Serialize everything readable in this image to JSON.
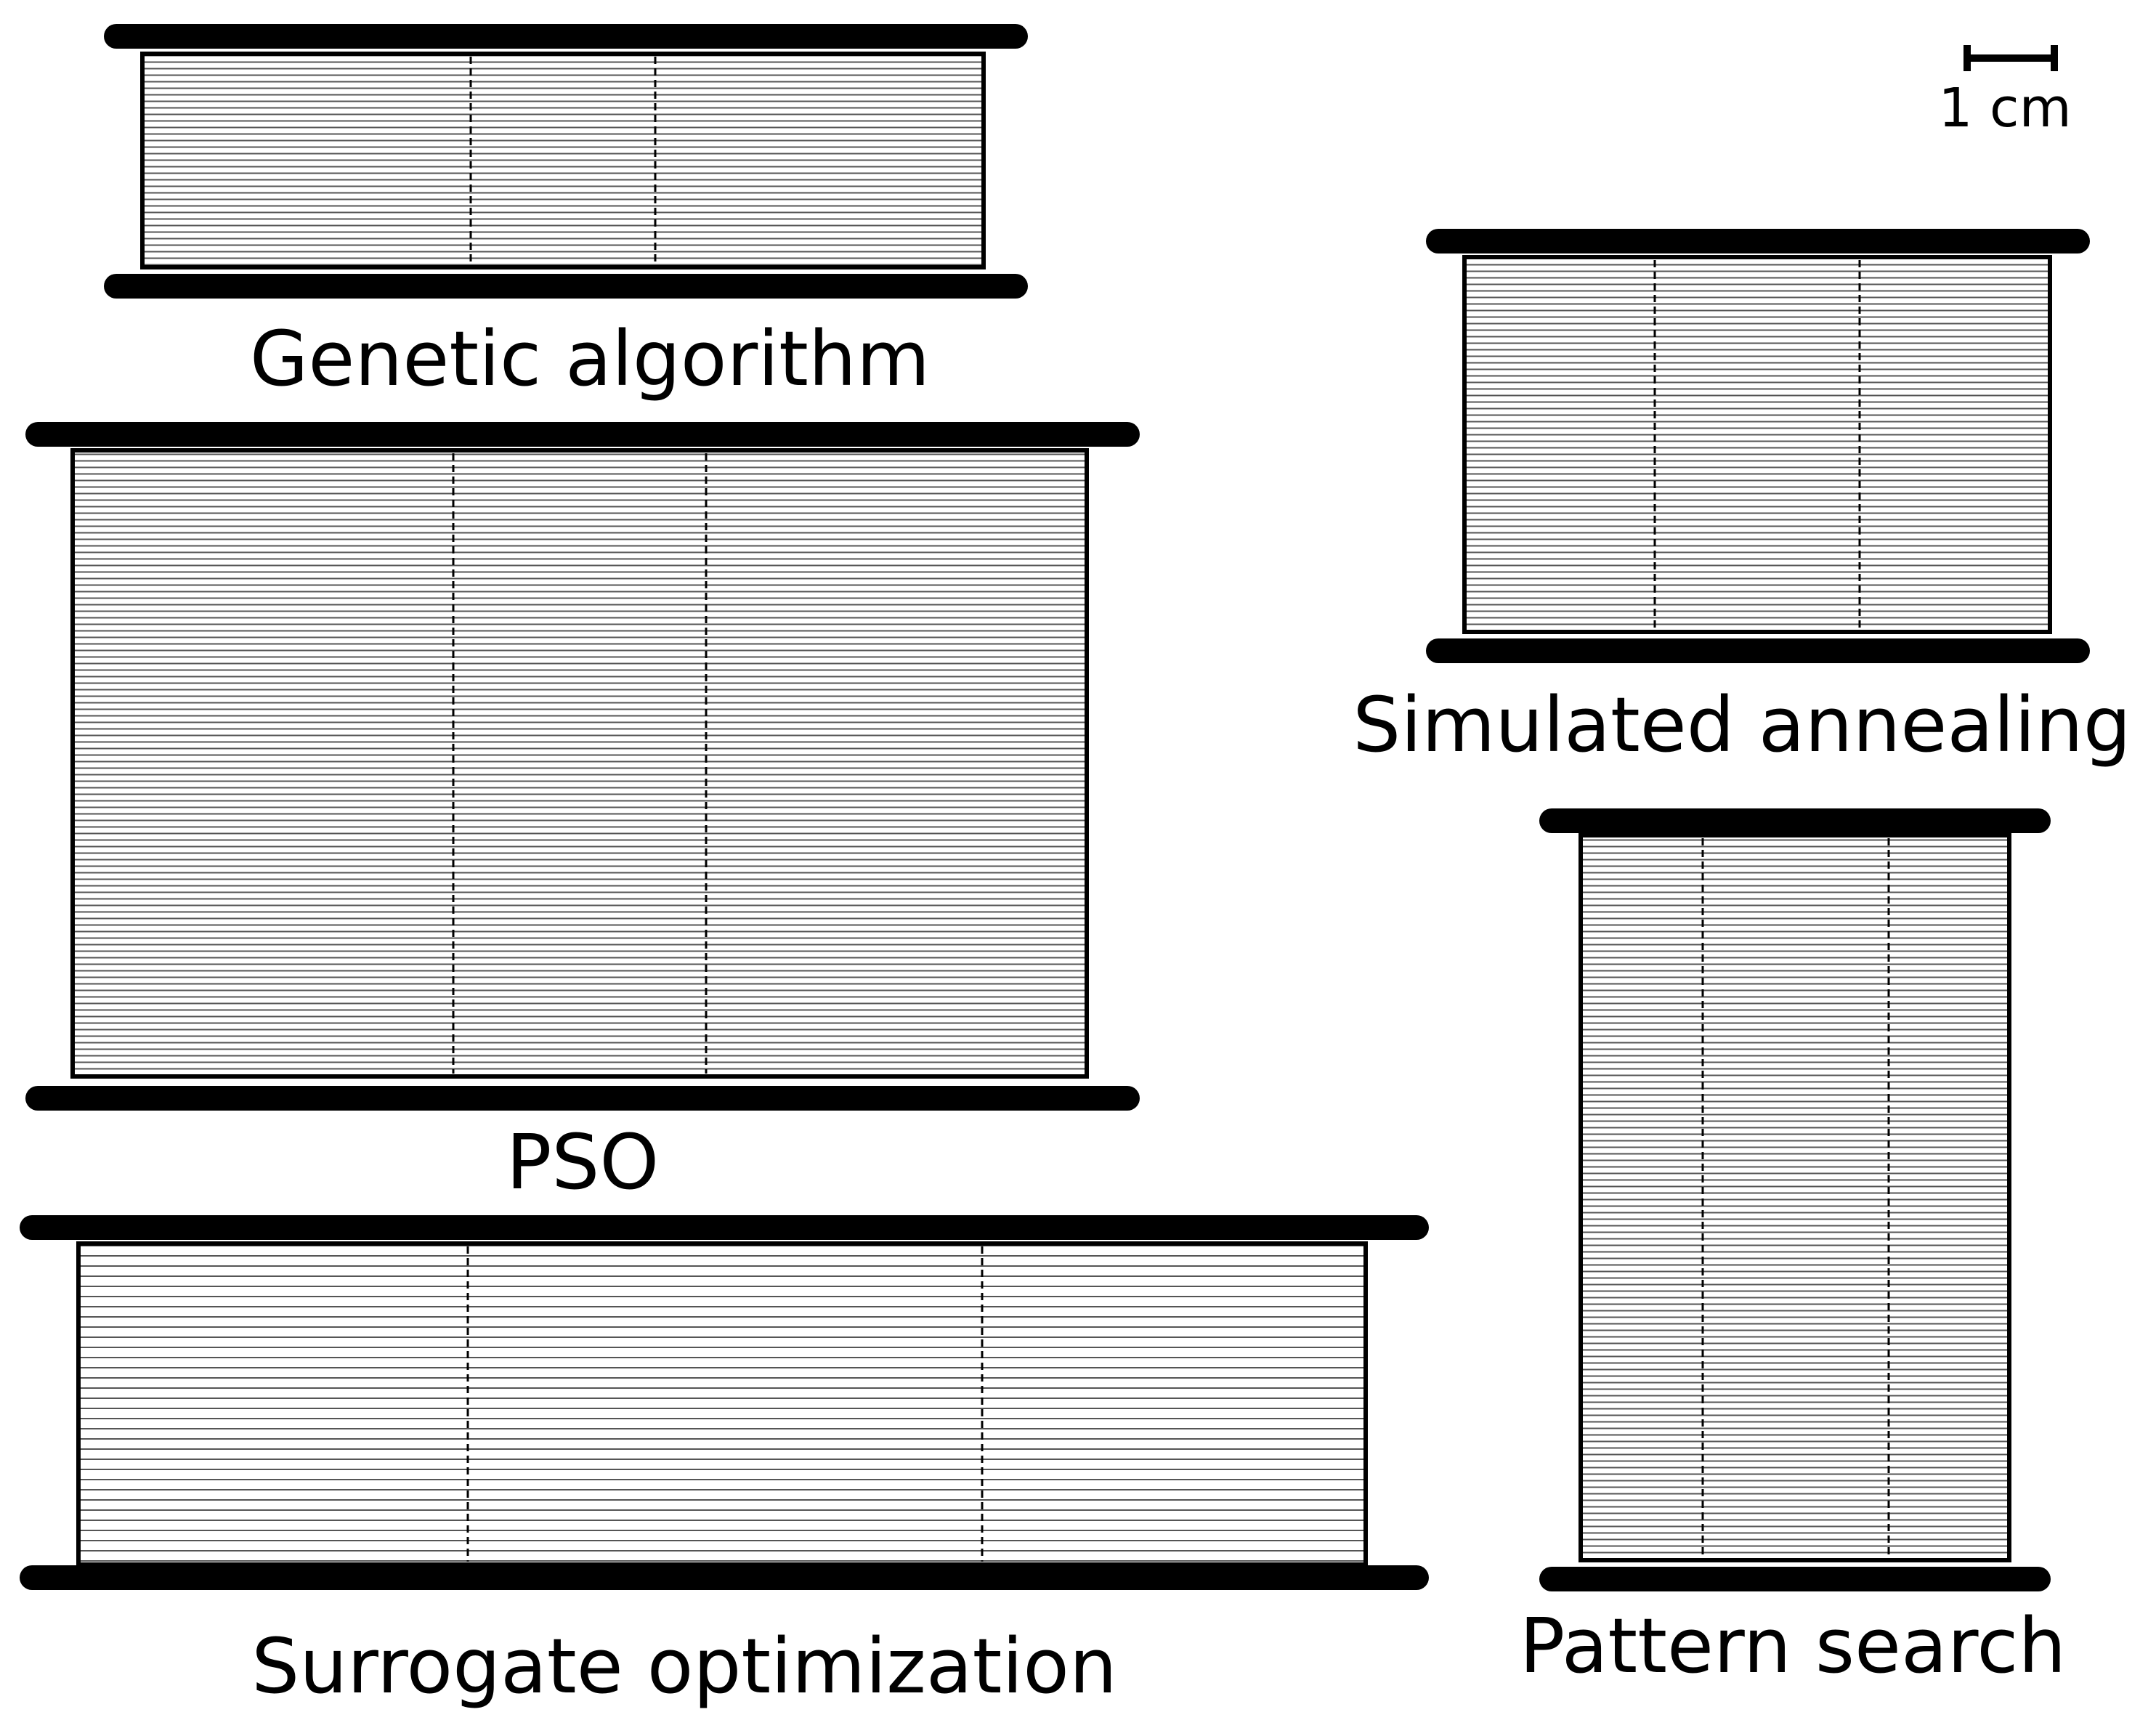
{
  "figure": {
    "scale_bar_label": "1 cm",
    "panels": [
      {
        "id": "ga",
        "label": "Genetic algorithm",
        "sections": 3
      },
      {
        "id": "sa",
        "label": "Simulated annealing",
        "sections": 3
      },
      {
        "id": "pso",
        "label": "PSO",
        "sections": 3
      },
      {
        "id": "ps",
        "label": "Pattern search",
        "sections": 3
      },
      {
        "id": "so",
        "label": "Surrogate optimization",
        "sections": 3
      }
    ]
  }
}
